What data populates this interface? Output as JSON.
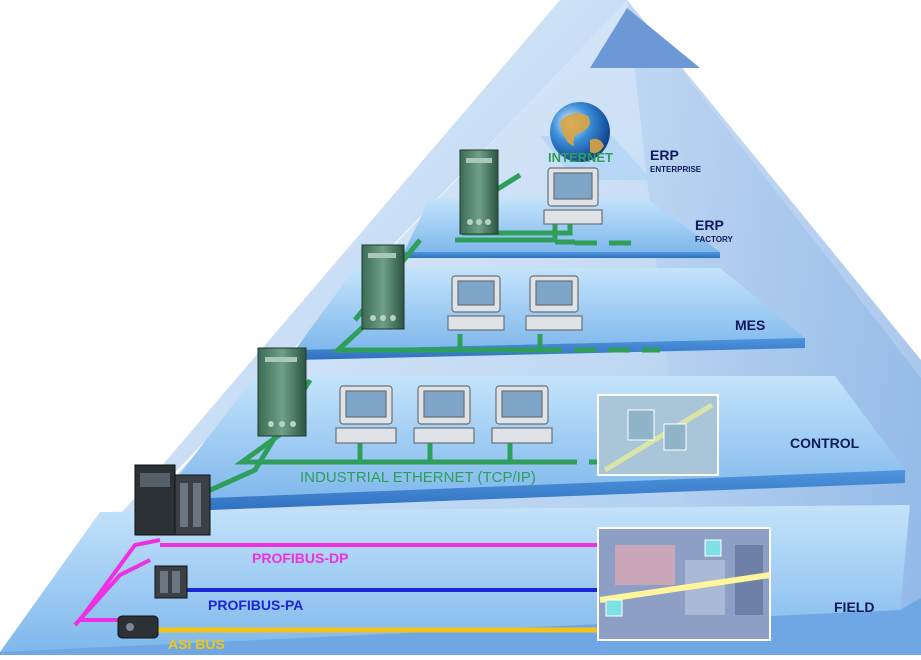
{
  "levels": {
    "enterprise": {
      "title": "ERP",
      "subtitle": "ENTERPRISE"
    },
    "factory": {
      "title": "ERP",
      "subtitle": "FACTORY"
    },
    "mes": {
      "title": "MES"
    },
    "control": {
      "title": "CONTROL"
    },
    "field": {
      "title": "FIELD"
    }
  },
  "networks": {
    "internet": "INTERNET",
    "ethernet": "INDUSTRIAL ETHERNET (TCP/IP)",
    "profibus_dp": "PROFIBUS-DP",
    "profibus_pa": "PROFIBUS-PA",
    "asi_bus": "ASI BUS"
  },
  "colors": {
    "ethernet": "#2f9e5a",
    "profibus_dp": "#ee2fe2",
    "profibus_pa": "#1d25d6",
    "asi_bus": "#f2c41a",
    "layer": "#8ec5f0",
    "pyramid": "#cfe2f6"
  },
  "icons": [
    "globe-icon",
    "server-tower-icon",
    "workstation-icon",
    "plc-icon",
    "process-visual-icon"
  ]
}
